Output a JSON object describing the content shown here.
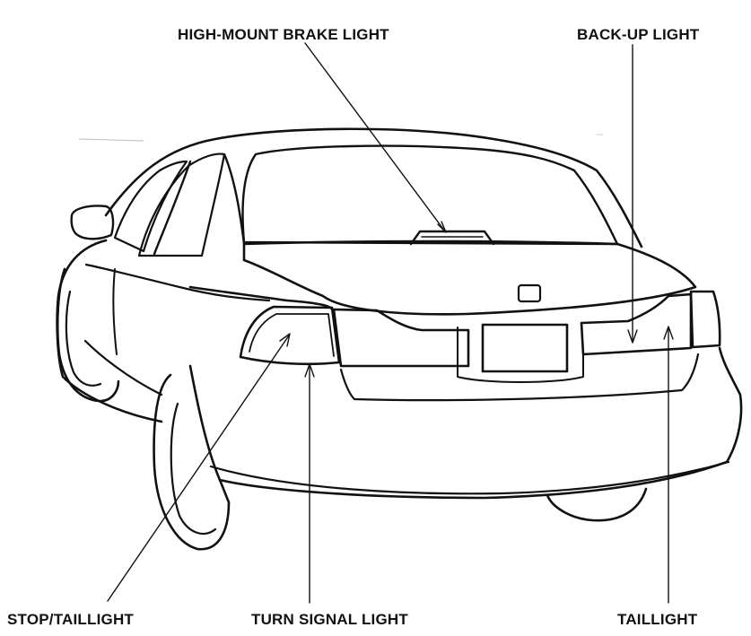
{
  "diagram": {
    "labels": {
      "high_mount_brake_light": "HIGH-MOUNT BRAKE LIGHT",
      "back_up_light": "BACK-UP LIGHT",
      "stop_taillight": "STOP/TAILLIGHT",
      "turn_signal_light": "TURN SIGNAL LIGHT",
      "taillight": "TAILLIGHT"
    },
    "colors": {
      "line": "#111111",
      "background": "#ffffff"
    }
  }
}
